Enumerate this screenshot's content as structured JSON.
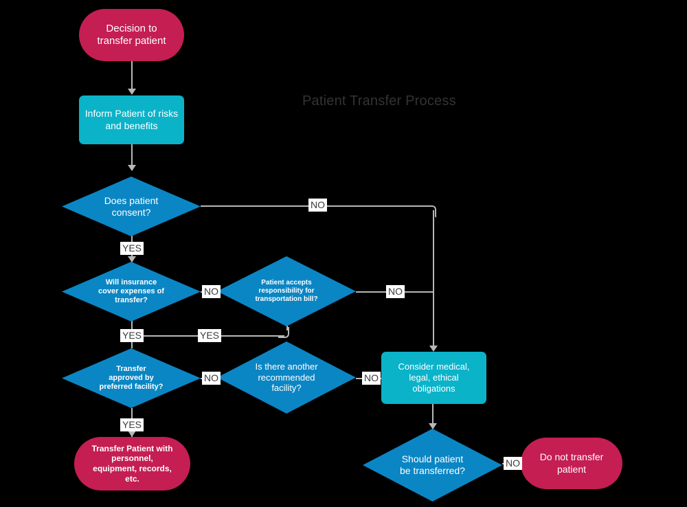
{
  "diagram": {
    "title": "Patient Transfer Process",
    "background_color": "#000000",
    "colors": {
      "terminator": "#C41E53",
      "process": "#0BB3C9",
      "decision": "#0B86C4",
      "connector": "#b8b8b8",
      "edge_label_bg": "#ffffff",
      "edge_label_text": "#3a3a3a",
      "title_text": "#333333",
      "node_text": "#ffffff"
    },
    "nodes": {
      "start": {
        "label": "Decision to\ntransfer patient",
        "shape": "pill"
      },
      "inform": {
        "label": "Inform Patient of risks\nand benefits",
        "shape": "rect"
      },
      "consent": {
        "label": "Does patient\nconsent?",
        "shape": "diamond"
      },
      "insurance": {
        "label": "Will insurance\ncover expenses of\ntransfer?",
        "shape": "diamond"
      },
      "responsibility": {
        "label": "Patient accepts\nresponsibility for\ntransportation bill?",
        "shape": "diamond"
      },
      "approved": {
        "label": "Transfer\napproved by\npreferred facility?",
        "shape": "diamond"
      },
      "another_facility": {
        "label": "Is there another\nrecommended\nfacility?",
        "shape": "diamond"
      },
      "obligations": {
        "label": "Consider medical,\nlegal, ethical\nobligations",
        "shape": "rect"
      },
      "should_transfer": {
        "label": "Should patient\nbe transferred?",
        "shape": "diamond"
      },
      "do_transfer": {
        "label": "Transfer Patient with\npersonnel,\nequipment, records,\netc.",
        "shape": "pill"
      },
      "do_not_transfer": {
        "label": "Do not transfer\npatient",
        "shape": "pill"
      }
    },
    "edge_labels": {
      "consent_no": "NO",
      "consent_yes": "YES",
      "insurance_no": "NO",
      "insurance_yes": "YES",
      "responsibility_no": "NO",
      "responsibility_yes": "YES",
      "approved_no": "NO",
      "approved_yes": "YES",
      "another_facility_no": "NO",
      "should_transfer_no": "NO"
    }
  }
}
